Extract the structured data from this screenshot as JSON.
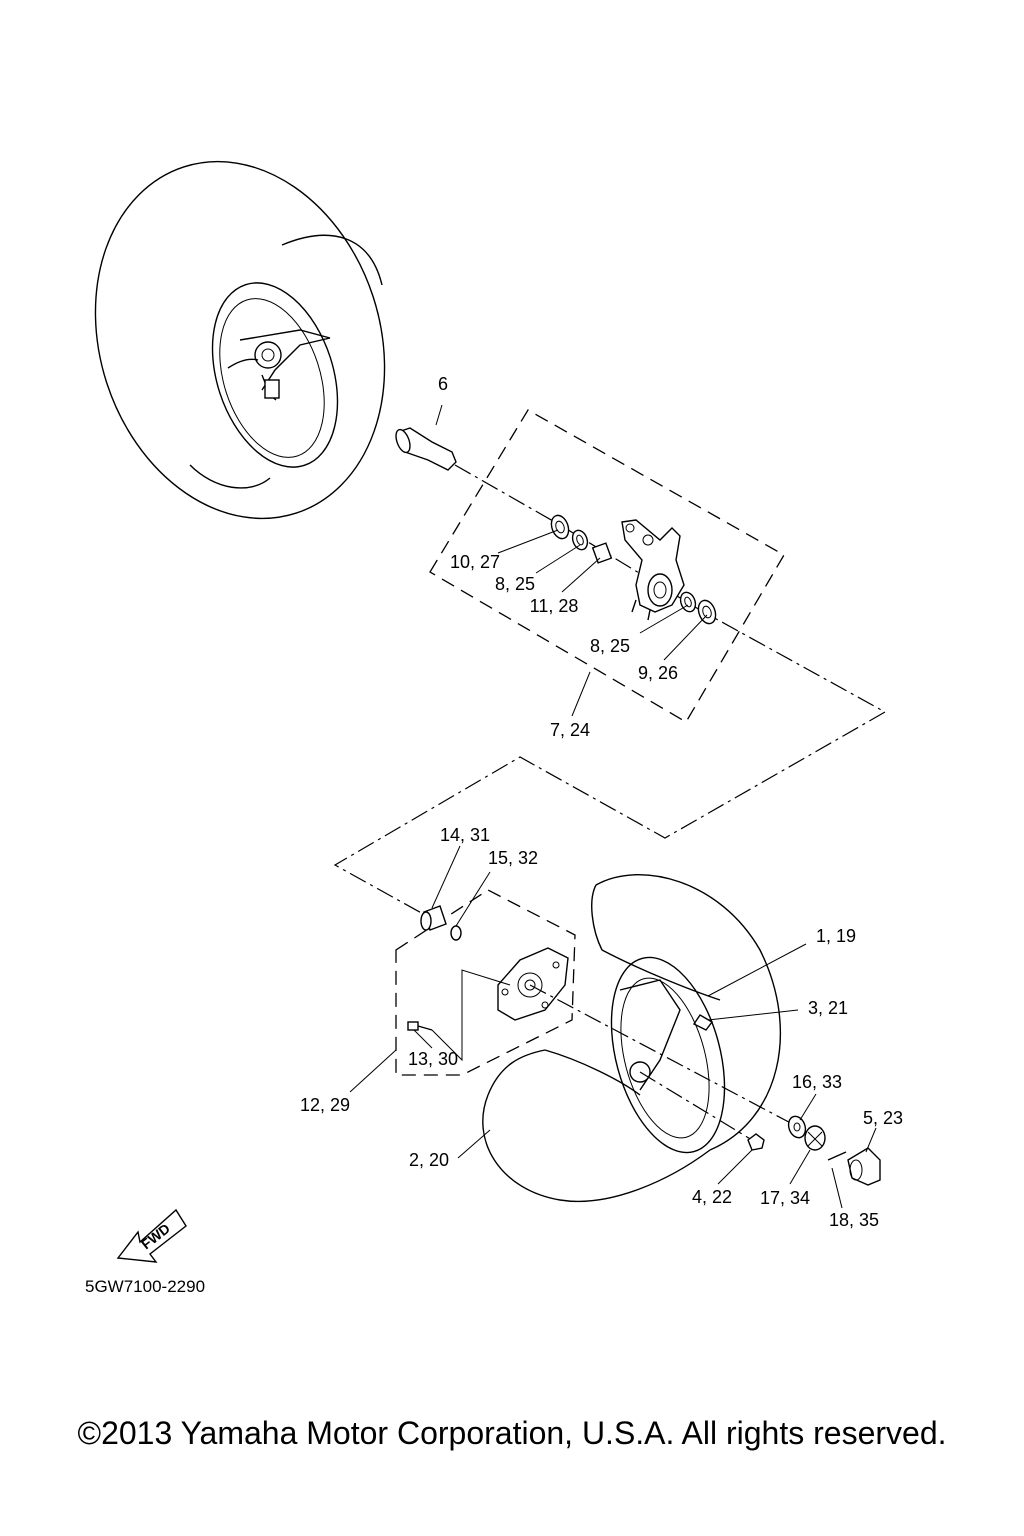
{
  "diagram_code": "5GW7100-2290",
  "fwd_label": "FWD",
  "copyright": "©2013 Yamaha Motor Corporation, U.S.A. All rights reserved.",
  "callouts": [
    "6",
    "10, 27",
    "8, 25",
    "11, 28",
    "8, 25",
    "9, 26",
    "7, 24",
    "14, 31",
    "15, 32",
    "1, 19",
    "3, 21",
    "13, 30",
    "12, 29",
    "16, 33",
    "5, 23",
    "2, 20",
    "4, 22",
    "17, 34",
    "18, 35"
  ]
}
